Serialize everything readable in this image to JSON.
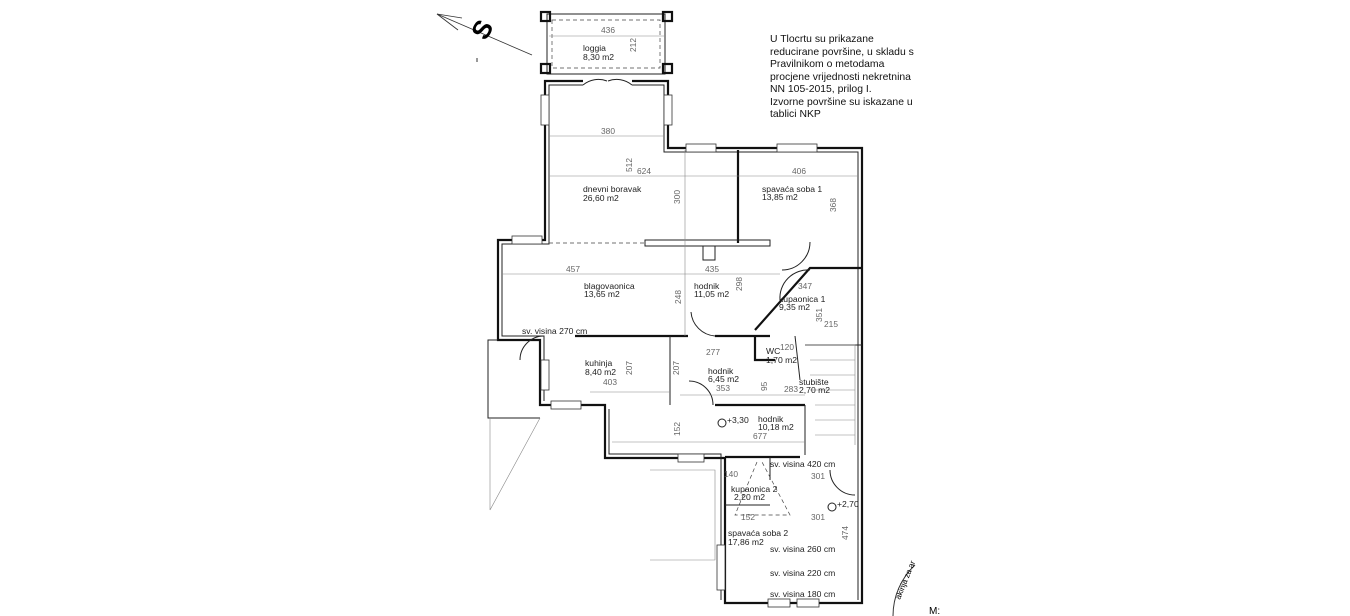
{
  "compass": {
    "letter": "S"
  },
  "note": {
    "lines": [
      "U Tlocrtu su prikazane",
      "reducirane površine, u skladu s",
      "Pravilnikom o metodama",
      "procjene vrijednosti nekretnina",
      "NN 105-2015, prilog I.",
      "Izvorne površine su iskazane u",
      "tablici NKP"
    ]
  },
  "rooms": {
    "loggia": {
      "name": "loggia",
      "area": "8,30 m2"
    },
    "living": {
      "name": "dnevni boravak",
      "area": "26,60 m2"
    },
    "bedroom1": {
      "name": "spavaća soba 1",
      "area": "13,85 m2"
    },
    "dining": {
      "name": "blagovaonica",
      "area": "13,65 m2"
    },
    "hall1": {
      "name": "hodnik",
      "area": "11,05 m2"
    },
    "bath1": {
      "name": "kupaonica 1",
      "area": "9,35 m2"
    },
    "wc": {
      "name": "WC",
      "area": "1,70 m2"
    },
    "kitchen": {
      "name": "kuhinja",
      "area": "8,40 m2"
    },
    "hall2": {
      "name": "hodnik",
      "area": "6,45 m2"
    },
    "stairs": {
      "name": "stubište",
      "area": "2,70 m2"
    },
    "hall3": {
      "name": "hodnik",
      "area": "10,18 m2"
    },
    "bath2": {
      "name": "kupaonica 2",
      "area": "2,20 m2"
    },
    "bedroom2": {
      "name": "spavaća soba 2",
      "area": "17,86 m2"
    }
  },
  "heights": [
    "sv. visina 270 cm",
    "sv. visina 420 cm",
    "sv. visina 260 cm",
    "sv. visina 220 cm",
    "sv. visina 180 cm"
  ],
  "levels": [
    "+3,30",
    "+2,70"
  ],
  "dims": [
    "436",
    "212",
    "380",
    "512",
    "624",
    "300",
    "406",
    "368",
    "457",
    "435",
    "248",
    "298",
    "347",
    "351",
    "215",
    "277",
    "120",
    "207",
    "207",
    "403",
    "353",
    "95",
    "283",
    "152",
    "677",
    "140",
    "301",
    "152",
    "301",
    "474"
  ],
  "stamp": {
    "text": "akinja za ar",
    "mark": "M:"
  }
}
